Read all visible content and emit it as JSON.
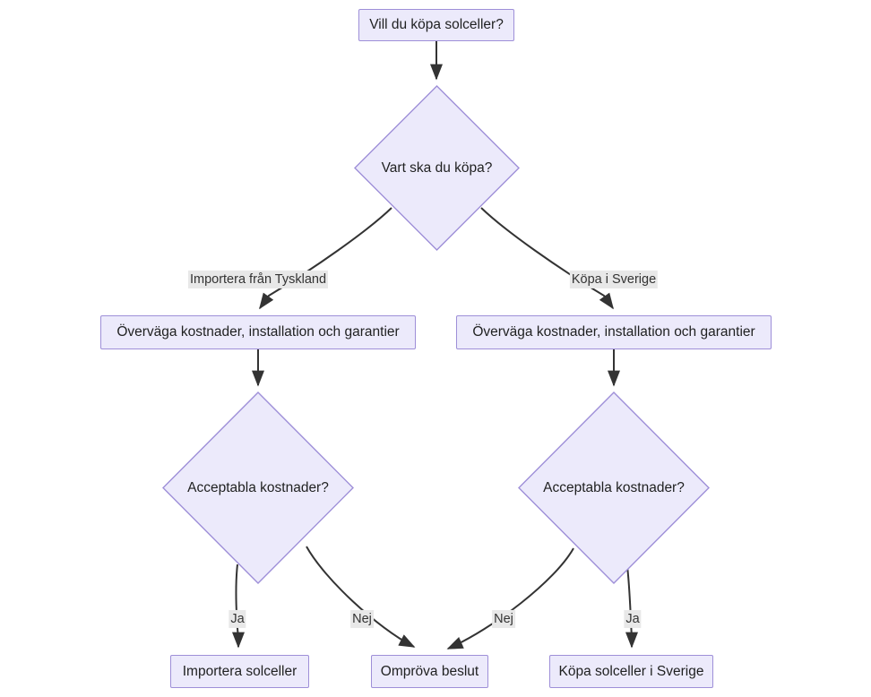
{
  "diagram": {
    "type": "flowchart",
    "direction": "top-down",
    "language": "sv",
    "background_color": "#ffffff",
    "node_fill_color": "#ECEAFB",
    "node_border_color": "#9E8FD8",
    "node_text_color": "#1f2020",
    "edge_color": "#333333",
    "edge_label_background": "#e8e8e8",
    "nodes": [
      {
        "id": "start",
        "shape": "rect",
        "label": "Vill du köpa solceller?"
      },
      {
        "id": "where",
        "shape": "diamond",
        "label": "Vart ska du köpa?"
      },
      {
        "id": "consider_left",
        "shape": "rect",
        "label": "Överväga kostnader, installation och garantier"
      },
      {
        "id": "consider_right",
        "shape": "rect",
        "label": "Överväga kostnader, installation och garantier"
      },
      {
        "id": "cost_left",
        "shape": "diamond",
        "label": "Acceptabla kostnader?"
      },
      {
        "id": "cost_right",
        "shape": "diamond",
        "label": "Acceptabla kostnader?"
      },
      {
        "id": "import",
        "shape": "rect",
        "label": "Importera solceller"
      },
      {
        "id": "reconsider",
        "shape": "rect",
        "label": "Ompröva beslut"
      },
      {
        "id": "buy_sweden",
        "shape": "rect",
        "label": "Köpa solceller i Sverige"
      }
    ],
    "edges": [
      {
        "from": "start",
        "to": "where",
        "label": ""
      },
      {
        "from": "where",
        "to": "consider_left",
        "label": "Importera från Tyskland"
      },
      {
        "from": "where",
        "to": "consider_right",
        "label": "Köpa i Sverige"
      },
      {
        "from": "consider_left",
        "to": "cost_left",
        "label": ""
      },
      {
        "from": "consider_right",
        "to": "cost_right",
        "label": ""
      },
      {
        "from": "cost_left",
        "to": "import",
        "label": "Ja"
      },
      {
        "from": "cost_left",
        "to": "reconsider",
        "label": "Nej"
      },
      {
        "from": "cost_right",
        "to": "reconsider",
        "label": "Nej"
      },
      {
        "from": "cost_right",
        "to": "buy_sweden",
        "label": "Ja"
      }
    ],
    "edge_labels": {
      "import_germany": "Importera från Tyskland",
      "buy_sweden": "Köpa i Sverige",
      "yes_left": "Ja",
      "no_left": "Nej",
      "no_right": "Nej",
      "yes_right": "Ja"
    }
  }
}
